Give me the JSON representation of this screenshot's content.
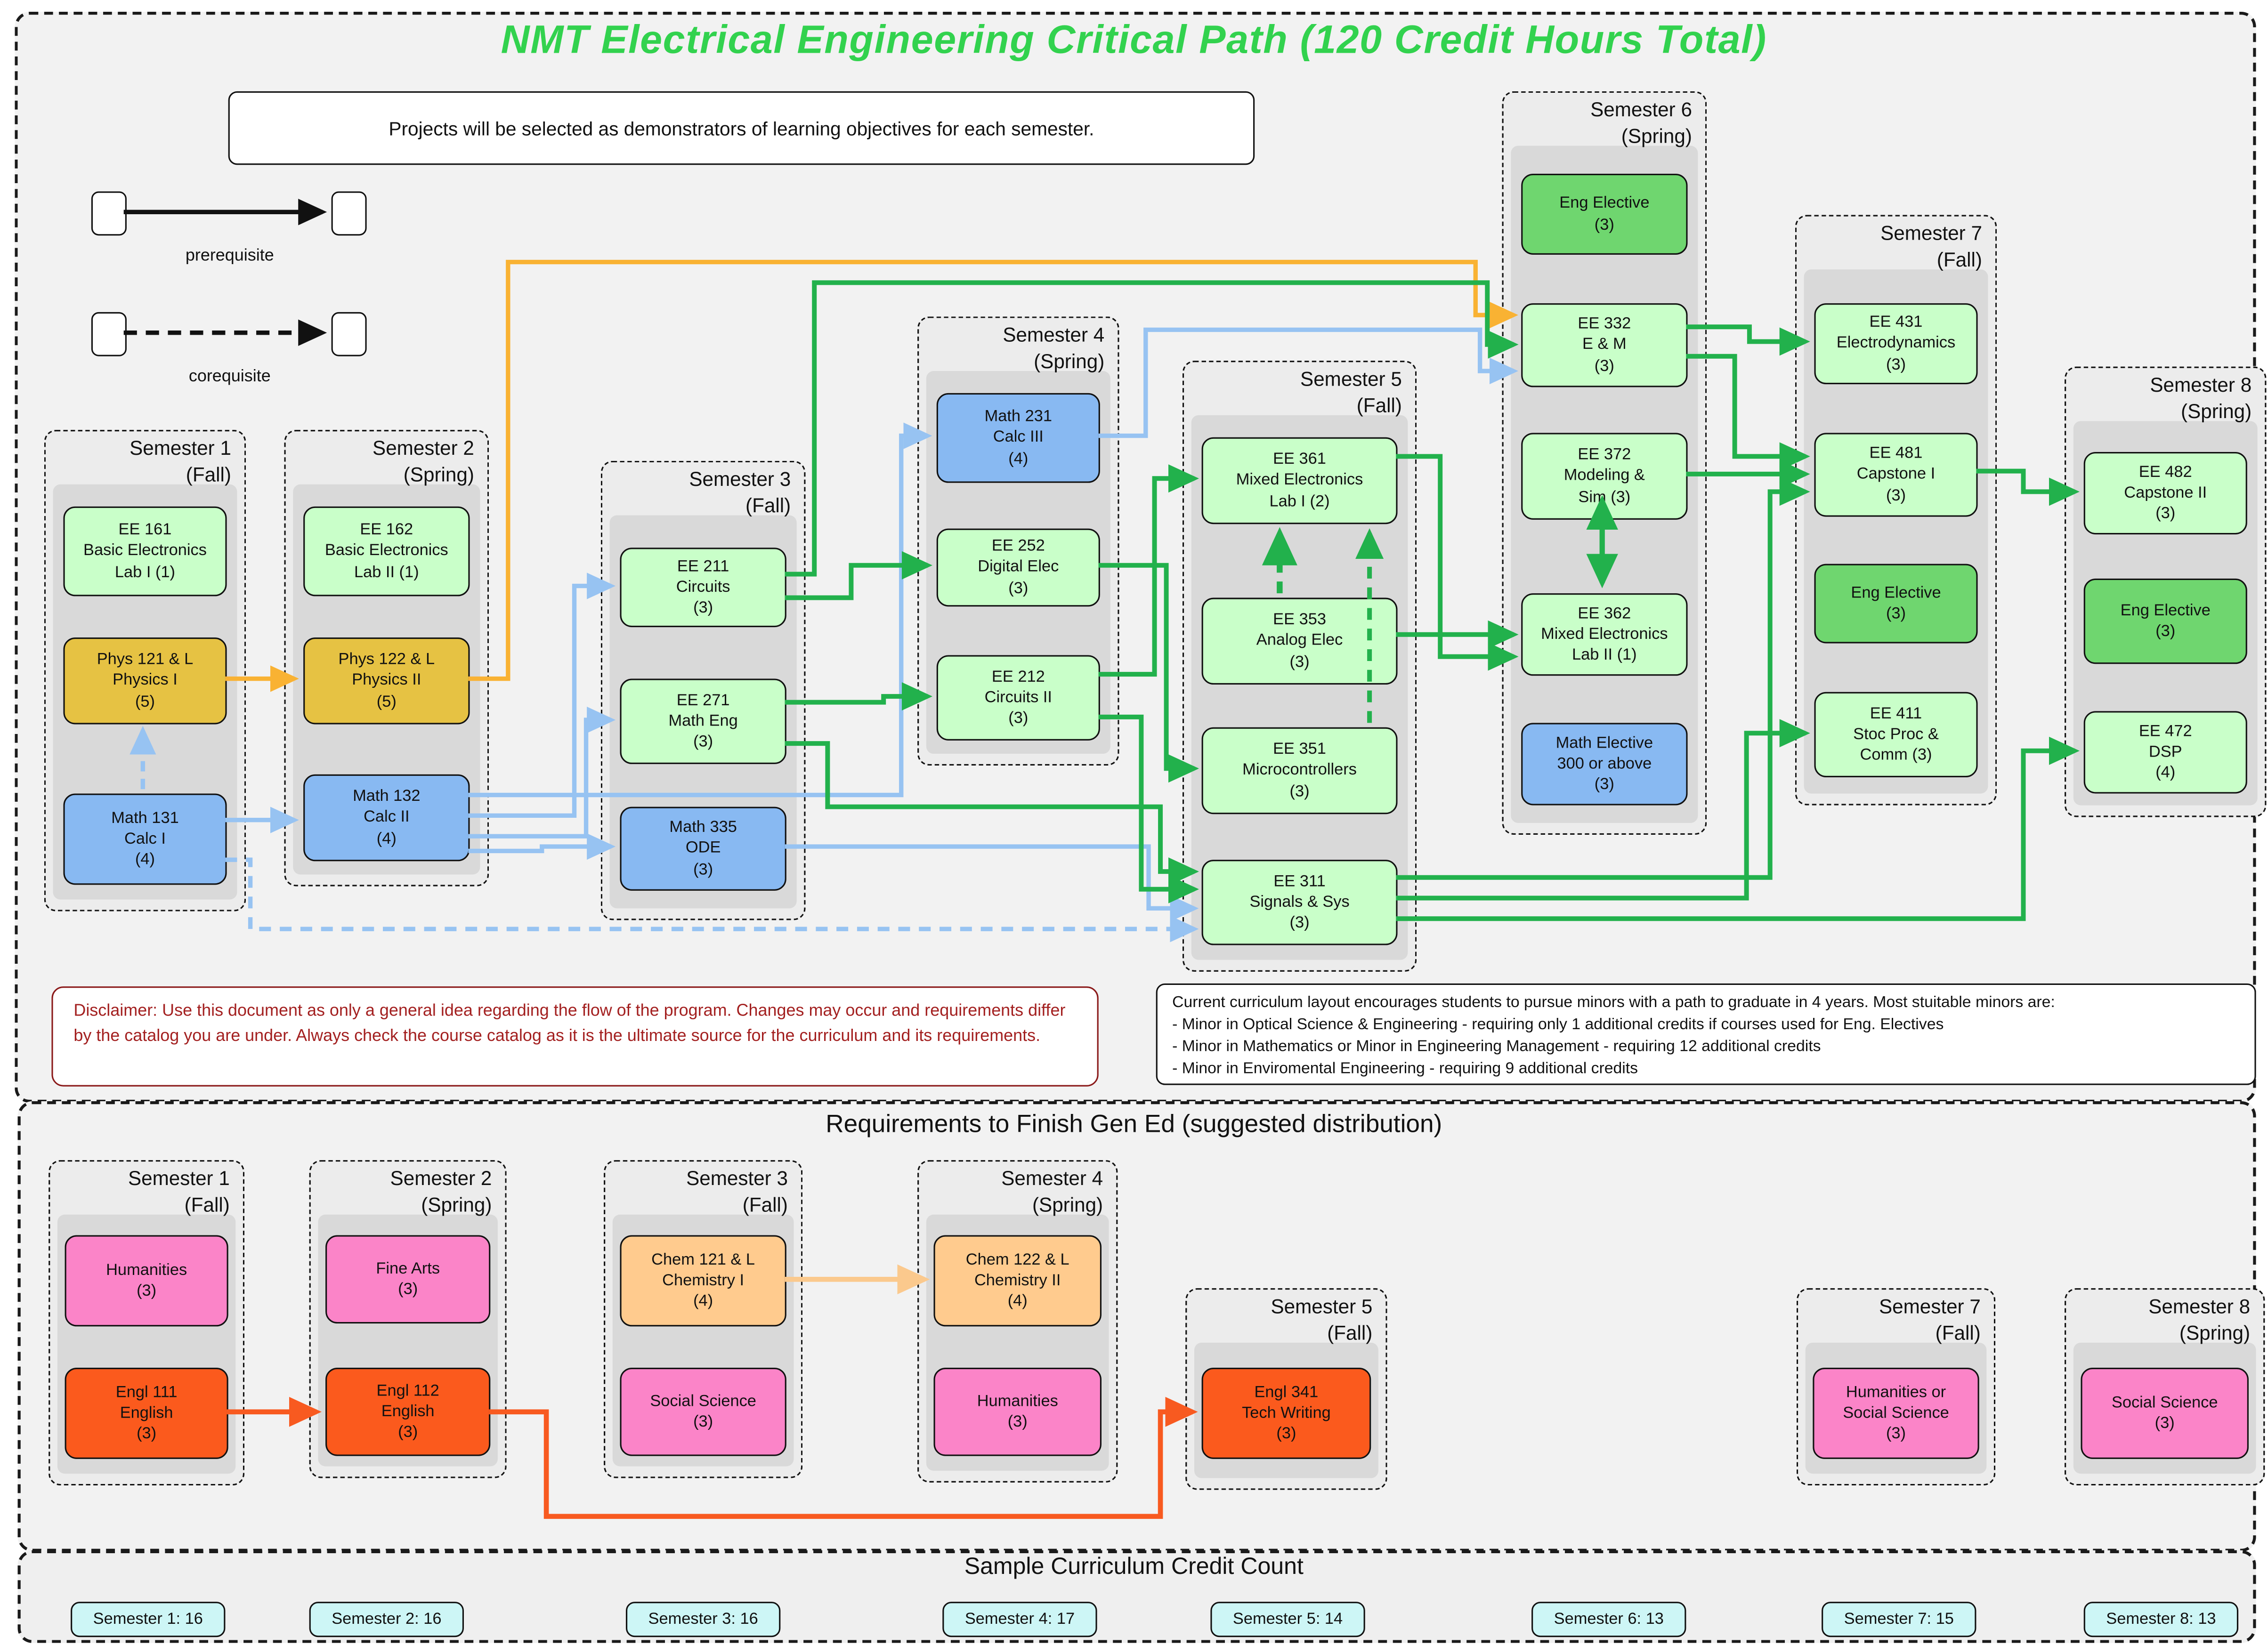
{
  "title": "NMT Electrical Engineering Critical Path (120 Credit Hours Total)",
  "note": "Projects will be selected as demonstrators of learning objectives for each semester.",
  "legend": {
    "prerequisite": "prerequisite",
    "corequisite": "corequisite"
  },
  "colors": {
    "title_green": "#32d24e",
    "course_green": "#c9ffc9",
    "elective_green": "#6fd66f",
    "physics_gold": "#e6c243",
    "math_blue": "#88b9f2",
    "pink": "#fb84c8",
    "orange_red": "#fb5a1d",
    "peach": "#ffcb8e",
    "credit_cyan": "#cdf6f6",
    "arrow_green": "#22b14c",
    "arrow_blue": "#97c3f2",
    "arrow_orange": "#f9b233"
  },
  "main": {
    "semesters": [
      {
        "title": "Semester 1",
        "term": "(Fall)",
        "courses": [
          {
            "label": "EE 161\nBasic Electronics\nLab I (1)"
          },
          {
            "label": "Phys 121 & L\nPhysics I\n(5)"
          },
          {
            "label": "Math 131\nCalc I\n(4)"
          }
        ]
      },
      {
        "title": "Semester 2",
        "term": "(Spring)",
        "courses": [
          {
            "label": "EE 162\nBasic Electronics\nLab II (1)"
          },
          {
            "label": "Phys 122 & L\nPhysics II\n(5)"
          },
          {
            "label": "Math 132\nCalc II\n(4)"
          }
        ]
      },
      {
        "title": "Semester 3",
        "term": "(Fall)",
        "courses": [
          {
            "label": "EE 211\nCircuits\n(3)"
          },
          {
            "label": "EE 271\nMath Eng\n(3)"
          },
          {
            "label": "Math 335\nODE\n(3)"
          }
        ]
      },
      {
        "title": "Semester 4",
        "term": "(Spring)",
        "courses": [
          {
            "label": "Math 231\nCalc III\n(4)"
          },
          {
            "label": "EE 252\nDigital Elec\n(3)"
          },
          {
            "label": "EE 212\nCircuits II\n(3)"
          }
        ]
      },
      {
        "title": "Semester 5",
        "term": "(Fall)",
        "courses": [
          {
            "label": "EE 361\nMixed Electronics\nLab I (2)"
          },
          {
            "label": "EE 353\nAnalog Elec\n(3)"
          },
          {
            "label": "EE 351\nMicrocontrollers\n(3)"
          },
          {
            "label": "EE 311\nSignals & Sys\n(3)"
          }
        ]
      },
      {
        "title": "Semester 6",
        "term": "(Spring)",
        "courses": [
          {
            "label": "Eng Elective\n(3)"
          },
          {
            "label": "EE 332\nE & M\n(3)"
          },
          {
            "label": "EE 372\nModeling &\nSim (3)"
          },
          {
            "label": "EE 362\nMixed Electronics\nLab II (1)"
          },
          {
            "label": "Math Elective\n300 or above\n(3)"
          }
        ]
      },
      {
        "title": "Semester 7",
        "term": "(Fall)",
        "courses": [
          {
            "label": "EE 431\nElectrodynamics\n(3)"
          },
          {
            "label": "EE 481\nCapstone I\n(3)"
          },
          {
            "label": "Eng Elective\n(3)"
          },
          {
            "label": "EE 411\nStoc Proc &\nComm (3)"
          }
        ]
      },
      {
        "title": "Semester 8",
        "term": "(Spring)",
        "courses": [
          {
            "label": "EE 482\nCapstone II\n(3)"
          },
          {
            "label": "Eng Elective\n(3)"
          },
          {
            "label": "EE 472\nDSP\n(4)"
          }
        ]
      }
    ],
    "disclaimer": "Disclaimer: Use this document as only a general idea regarding the flow of the program. Changes may occur and requirements differ by the catalog you are under.  Always check the course catalog as it is the ultimate source for the curriculum and its requirements.",
    "minors": {
      "intro": "Current curriculum layout encourages students to pursue minors with a path to graduate in 4 years. Most stuitable minors are:",
      "items": [
        "- Minor in Optical Science & Engineering - requiring only 1 additional credits if courses used for Eng. Electives",
        "- Minor in Mathematics or Minor in Engineering Management - requiring 12 additional credits",
        "- Minor in Enviromental Engineering - requiring 9 additional credits"
      ]
    }
  },
  "gened": {
    "title": "Requirements to Finish Gen Ed (suggested distribution)",
    "semesters": [
      {
        "title": "Semester 1",
        "term": "(Fall)",
        "courses": [
          {
            "label": "Humanities\n(3)"
          },
          {
            "label": "Engl 111\nEnglish\n(3)"
          }
        ]
      },
      {
        "title": "Semester 2",
        "term": "(Spring)",
        "courses": [
          {
            "label": "Fine Arts\n(3)"
          },
          {
            "label": "Engl 112\nEnglish\n(3)"
          }
        ]
      },
      {
        "title": "Semester 3",
        "term": "(Fall)",
        "courses": [
          {
            "label": "Chem 121 & L\nChemistry I\n(4)"
          },
          {
            "label": "Social Science\n(3)"
          }
        ]
      },
      {
        "title": "Semester 4",
        "term": "(Spring)",
        "courses": [
          {
            "label": "Chem 122 & L\nChemistry II\n(4)"
          },
          {
            "label": "Humanities\n(3)"
          }
        ]
      },
      {
        "title": "Semester 5",
        "term": "(Fall)",
        "courses": [
          {
            "label": "Engl 341\nTech Writing\n(3)"
          }
        ]
      },
      {
        "title": "Semester 7",
        "term": "(Fall)",
        "courses": [
          {
            "label": "Humanities or\nSocial Science\n(3)"
          }
        ]
      },
      {
        "title": "Semester 8",
        "term": "(Spring)",
        "courses": [
          {
            "label": "Social Science\n(3)"
          }
        ]
      }
    ]
  },
  "credits": {
    "title": "Sample Curriculum Credit Count",
    "items": [
      {
        "label": "Semester 1: 16"
      },
      {
        "label": "Semester 2: 16"
      },
      {
        "label": "Semester 3: 16"
      },
      {
        "label": "Semester 4: 17"
      },
      {
        "label": "Semester 5: 14"
      },
      {
        "label": "Semester 6: 13"
      },
      {
        "label": "Semester 7: 15"
      },
      {
        "label": "Semester 8: 13"
      }
    ]
  }
}
